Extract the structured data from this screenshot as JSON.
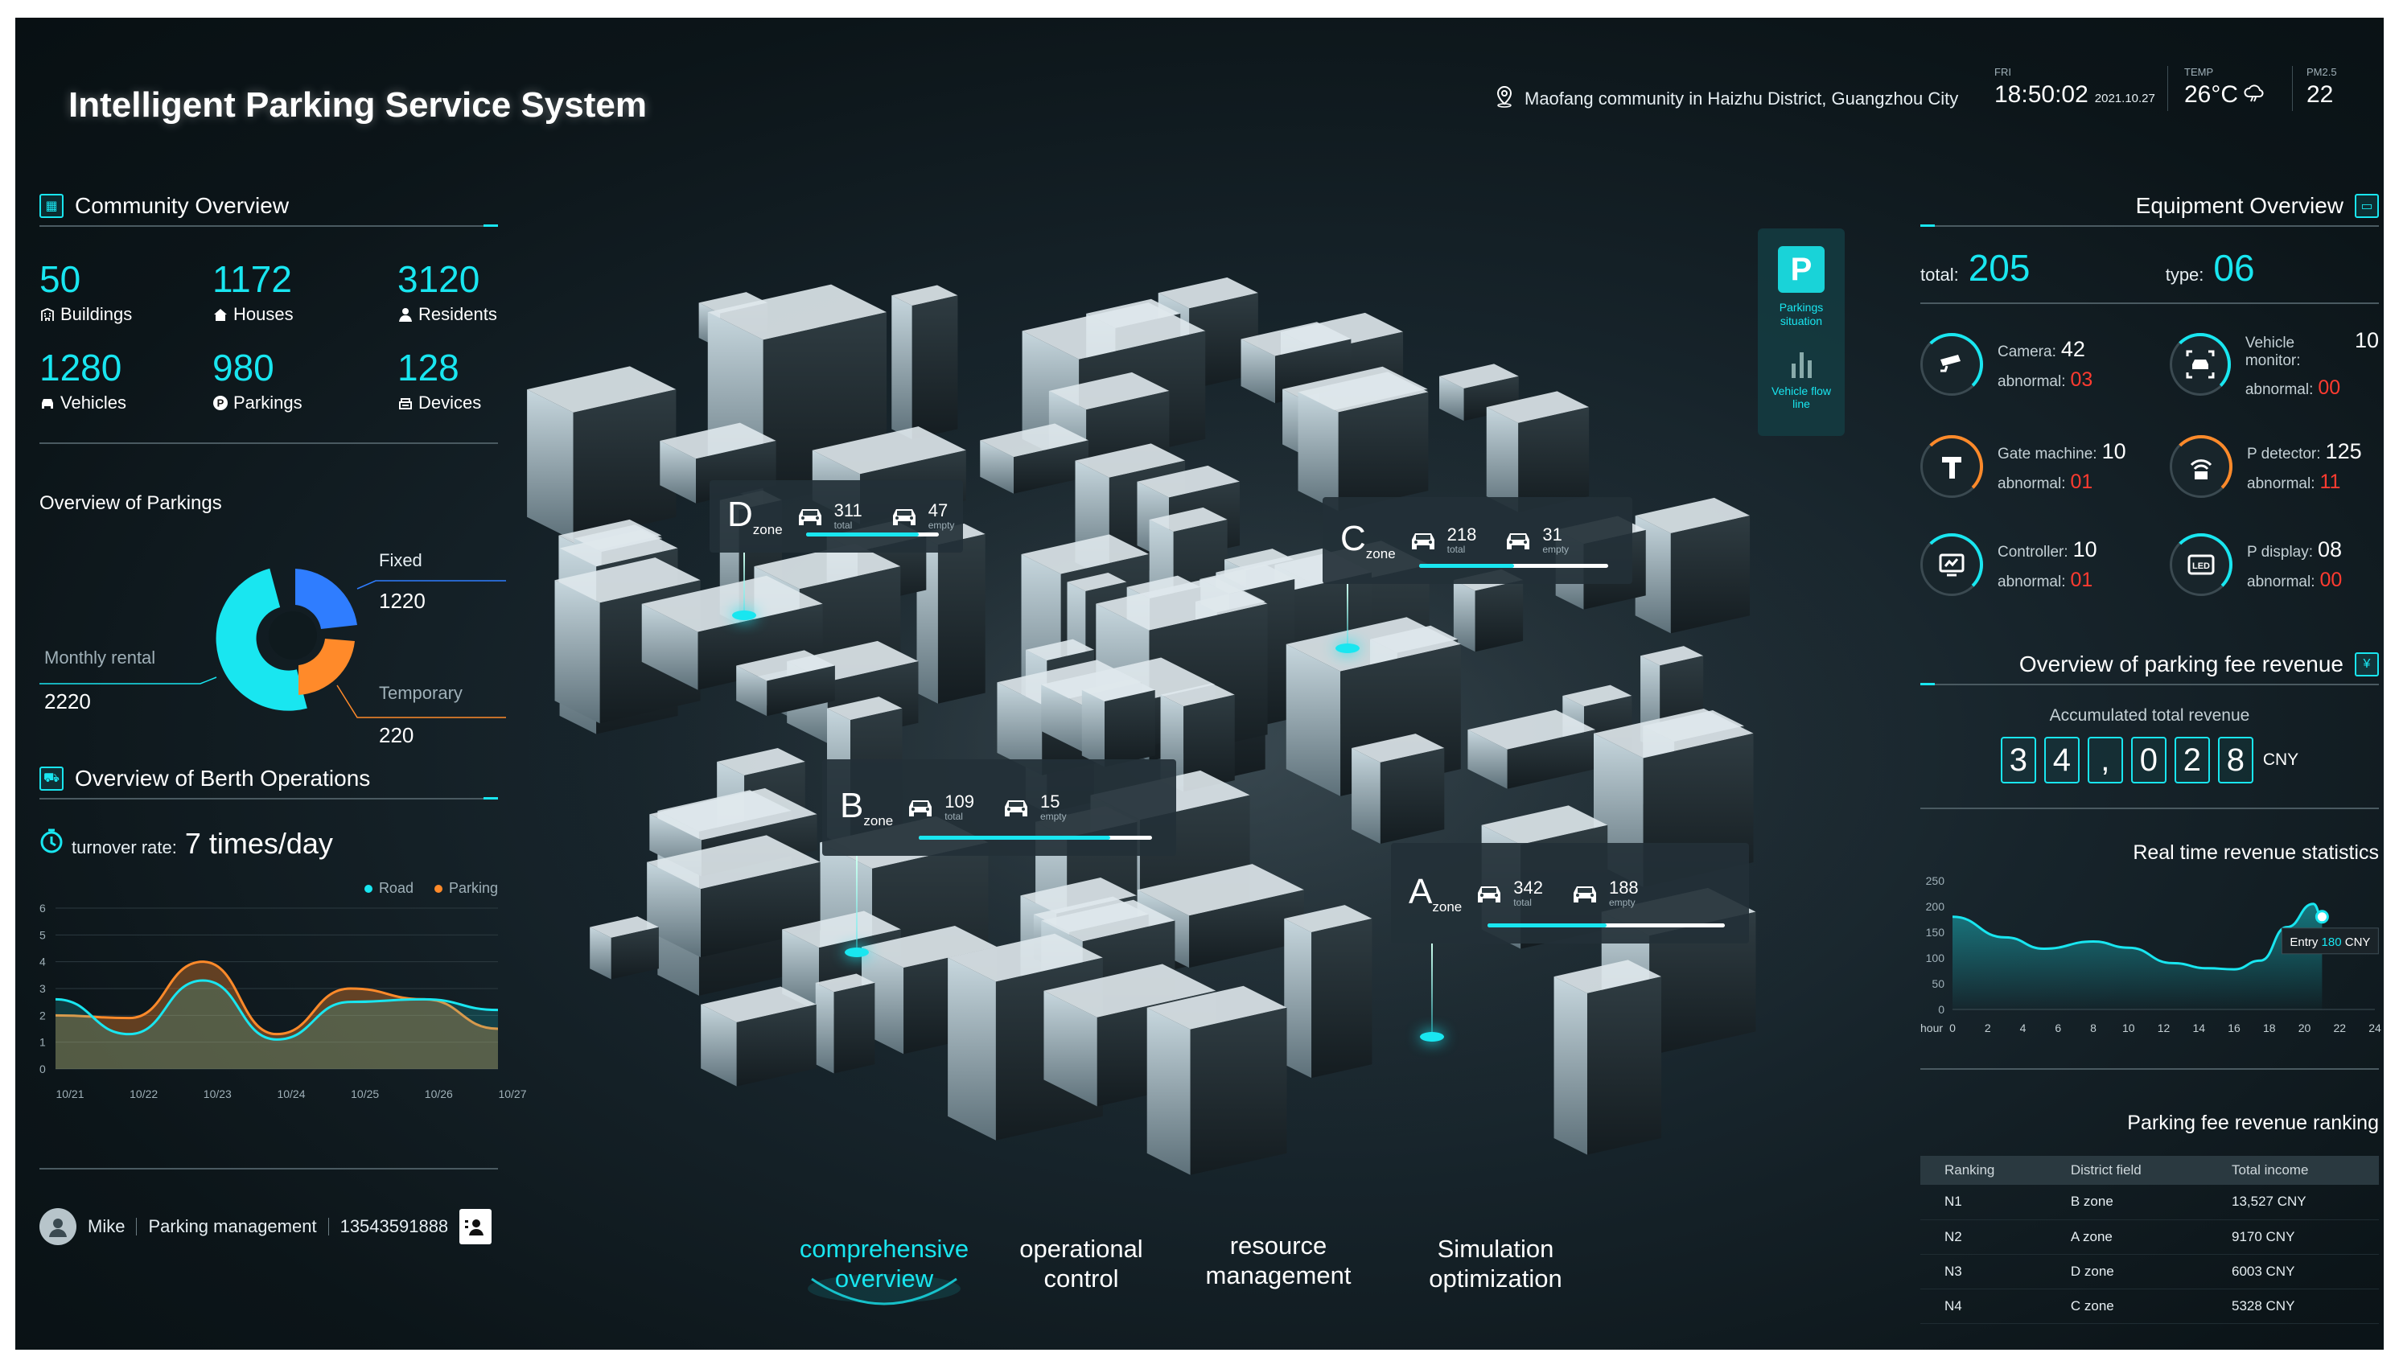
{
  "header": {
    "title": "Intelligent Parking Service System",
    "location": "Maofang community in Haizhu District, Guangzhou City",
    "day": "FRI",
    "time": "18:50:02",
    "date": "2021.10.27",
    "temp_label": "TEMP",
    "temp_value": "26°C",
    "pm_label": "PM2.5",
    "pm_value": "22"
  },
  "community": {
    "title": "Community Overview",
    "stats": [
      {
        "value": "50",
        "label": "Buildings",
        "icon": "building-icon"
      },
      {
        "value": "1172",
        "label": "Houses",
        "icon": "house-icon"
      },
      {
        "value": "3120",
        "label": "Residents",
        "icon": "residents-icon"
      },
      {
        "value": "1280",
        "label": "Vehicles",
        "icon": "car-icon"
      },
      {
        "value": "980",
        "label": "Parkings",
        "icon": "parking-icon"
      },
      {
        "value": "128",
        "label": "Devices",
        "icon": "device-icon"
      }
    ]
  },
  "parkings": {
    "title": "Overview of Parkings",
    "fixed_label": "Fixed",
    "fixed_value": "1220",
    "monthly_label": "Monthly rental",
    "monthly_value": "2220",
    "temporary_label": "Temporary",
    "temporary_value": "220",
    "colors": {
      "fixed": "#2f7dff",
      "monthly": "#19e6f0",
      "temporary": "#ff8a2a"
    }
  },
  "berth": {
    "title": "Overview of Berth Operations",
    "turnover_label": "turnover rate:",
    "turnover_value": "7 times/day",
    "legend_road": "Road",
    "legend_parking": "Parking"
  },
  "chart_data": [
    {
      "type": "line",
      "x": [
        "10/21",
        "10/22",
        "10/23",
        "10/24",
        "10/25",
        "10/26",
        "10/27"
      ],
      "yticks": [
        0,
        1,
        2,
        3,
        4,
        5,
        6
      ],
      "ylim": [
        0,
        6
      ],
      "series": [
        {
          "name": "Road",
          "color": "#19e6f0",
          "values": [
            2.6,
            1.3,
            3.3,
            1.1,
            2.5,
            2.6,
            2.2
          ]
        },
        {
          "name": "Parking",
          "color": "#ff8a2a",
          "values": [
            2.0,
            1.9,
            4.0,
            1.3,
            3.0,
            2.6,
            1.5
          ]
        }
      ]
    },
    {
      "type": "area",
      "xlabel": "hour",
      "x": [
        0,
        2,
        4,
        6,
        8,
        10,
        12,
        14,
        16,
        18,
        20,
        22,
        24
      ],
      "yticks": [
        0,
        50,
        100,
        150,
        200,
        250
      ],
      "ylim": [
        0,
        250
      ],
      "series": [
        {
          "color": "#19e6f0",
          "values": [
            180,
            140,
            118,
            132,
            120,
            90,
            80,
            78,
            95,
            160,
            205,
            180
          ]
        }
      ],
      "x_points": [
        0,
        3,
        5.2,
        8,
        10,
        12.5,
        14.5,
        16,
        17.5,
        19,
        20.5,
        21
      ],
      "annotation": {
        "label": "Entry",
        "value": "180",
        "unit": "CNY",
        "x": 21,
        "y": 180
      }
    }
  ],
  "zones": [
    {
      "letter": "D",
      "sub": "zone",
      "total": "311",
      "empty": "47",
      "total_label": "total",
      "empty_label": "empty",
      "ratio": 0.85
    },
    {
      "letter": "C",
      "sub": "zone",
      "total": "218",
      "empty": "31",
      "total_label": "total",
      "empty_label": "empty",
      "ratio": 0.5
    },
    {
      "letter": "B",
      "sub": "zone",
      "total": "109",
      "empty": "15",
      "total_label": "total",
      "empty_label": "empty",
      "ratio": 0.82
    },
    {
      "letter": "A",
      "sub": "zone",
      "total": "342",
      "empty": "188",
      "total_label": "total",
      "empty_label": "empty",
      "ratio": 0.5
    }
  ],
  "side_panel": {
    "parking_label": "Parkings situation",
    "flow_label": "Vehicle flow line"
  },
  "equipment": {
    "title": "Equipment Overview",
    "total_label": "total:",
    "total_value": "205",
    "type_label": "type:",
    "type_value": "06",
    "abnormal_label": "abnormal:",
    "items": [
      {
        "name": "Camera:",
        "value": "42",
        "abnormal": "03",
        "icon": "camera-icon",
        "color": "cyan"
      },
      {
        "name": "Vehicle monitor:",
        "value": "10",
        "abnormal": "00",
        "icon": "vehicle-monitor-icon",
        "color": "cyan"
      },
      {
        "name": "Gate machine:",
        "value": "10",
        "abnormal": "01",
        "icon": "gate-machine-icon",
        "color": "orange"
      },
      {
        "name": "P detector:",
        "value": "125",
        "abnormal": "11",
        "icon": "p-detector-icon",
        "color": "orange"
      },
      {
        "name": "Controller:",
        "value": "10",
        "abnormal": "01",
        "icon": "controller-icon",
        "color": "cyan"
      },
      {
        "name": "P display:",
        "value": "08",
        "abnormal": "00",
        "icon": "led-display-icon",
        "color": "cyan"
      }
    ]
  },
  "revenue": {
    "title": "Overview of parking fee revenue",
    "accum_label": "Accumulated total revenue",
    "digits": [
      "3",
      "4",
      ",",
      "0",
      "2",
      "8"
    ],
    "unit": "CNY",
    "realtime_title": "Real time revenue statistics"
  },
  "ranking": {
    "title": "Parking fee revenue ranking",
    "headers": [
      "Ranking",
      "District field",
      "Total income"
    ],
    "rows": [
      [
        "N1",
        "B zone",
        "13,527 CNY"
      ],
      [
        "N2",
        "A zone",
        "9170 CNY"
      ],
      [
        "N3",
        "D zone",
        "6003 CNY"
      ],
      [
        "N4",
        "C zone",
        "5328 CNY"
      ]
    ]
  },
  "user": {
    "name": "Mike",
    "role": "Parking management",
    "phone": "13543591888"
  },
  "nav": [
    {
      "label": "comprehensive overview",
      "active": true
    },
    {
      "label": "operational control",
      "active": false
    },
    {
      "label": "resource management",
      "active": false
    },
    {
      "label": "Simulation optimization",
      "active": false
    }
  ]
}
